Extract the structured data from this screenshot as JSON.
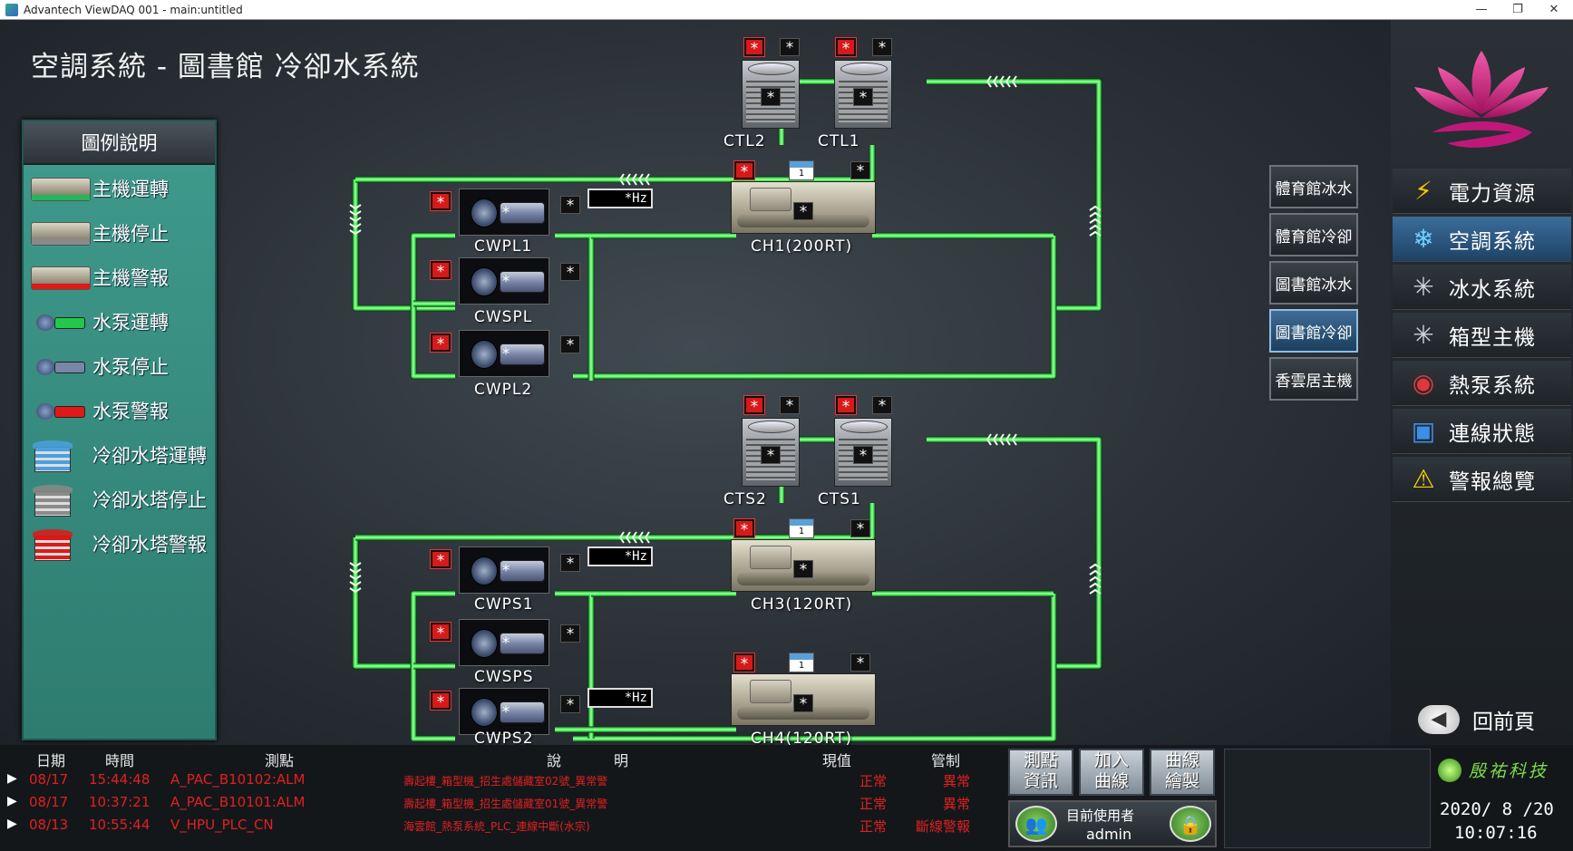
{
  "window": {
    "title": "Advantech ViewDAQ 001 - main:untitled",
    "min": "—",
    "restore": "❐",
    "close": "✕"
  },
  "page_title": "空調系統 - 圖書館 冷卻水系統",
  "legend": {
    "title": "圖例說明",
    "items": [
      {
        "label": "主機運轉",
        "icon": "chiller-running-icon",
        "color": "#23b65a"
      },
      {
        "label": "主機停止",
        "icon": "chiller-stopped-icon",
        "color": "#8a8a8a"
      },
      {
        "label": "主機警報",
        "icon": "chiller-alarm-icon",
        "color": "#e01818"
      },
      {
        "label": "水泵運轉",
        "icon": "pump-running-icon",
        "color": "#23c84a"
      },
      {
        "label": "水泵停止",
        "icon": "pump-stopped-icon",
        "color": "#7a86a8"
      },
      {
        "label": "水泵警報",
        "icon": "pump-alarm-icon",
        "color": "#e01818"
      },
      {
        "label": "冷卻水塔運轉",
        "icon": "tower-running-icon",
        "color": "#4aa0e0"
      },
      {
        "label": "冷卻水塔停止",
        "icon": "tower-stopped-icon",
        "color": "#8a8a8a"
      },
      {
        "label": "冷卻水塔警報",
        "icon": "tower-alarm-icon",
        "color": "#e01818"
      }
    ]
  },
  "symbols": {
    "star": "*",
    "hz": "*Hz",
    "cal": "1"
  },
  "equipment": {
    "ctl2": "CTL2",
    "ctl1": "CTL1",
    "ch1": "CH1(200RT)",
    "cwpl1": "CWPL1",
    "cwspl": "CWSPL",
    "cwpl2": "CWPL2",
    "cts2": "CTS2",
    "cts1": "CTS1",
    "ch3": "CH3(120RT)",
    "ch4": "CH4(120RT)",
    "cwps1": "CWPS1",
    "cwsps": "CWSPS",
    "cwps2": "CWPS2"
  },
  "site_nav": [
    {
      "label": "體育館冰水",
      "active": false
    },
    {
      "label": "體育館冷卻",
      "active": false
    },
    {
      "label": "圖書館冰水",
      "active": false
    },
    {
      "label": "圖書館冷卻",
      "active": true
    },
    {
      "label": "香雲居主機",
      "active": false
    }
  ],
  "main_nav": [
    {
      "label": "電力資源",
      "icon": "lightning-icon",
      "glyph": "⚡",
      "color": "#f5c400",
      "active": false
    },
    {
      "label": "空調系統",
      "icon": "snowflake-icon",
      "glyph": "❄",
      "color": "#6fd0ff",
      "active": true
    },
    {
      "label": "冰水系統",
      "icon": "snowflake-small-icon",
      "glyph": "✳",
      "color": "#cfd6dc",
      "active": false
    },
    {
      "label": "箱型主機",
      "icon": "snowflake-small-icon",
      "glyph": "✳",
      "color": "#cfd6dc",
      "active": false
    },
    {
      "label": "熱泵系統",
      "icon": "heatpump-icon",
      "glyph": "◉",
      "color": "#e03838",
      "active": false
    },
    {
      "label": "連線狀態",
      "icon": "network-icon",
      "glyph": "▣",
      "color": "#3c8ee8",
      "active": false
    },
    {
      "label": "警報總覽",
      "icon": "warning-icon",
      "glyph": "⚠",
      "color": "#f5d000",
      "active": false
    }
  ],
  "back": {
    "label": "回前頁",
    "glyph": "◀"
  },
  "alarm_table": {
    "headers": {
      "date": "日期",
      "time": "時間",
      "point": "測點",
      "desc1": "說",
      "desc2": "明",
      "value": "現值",
      "control": "管制"
    },
    "rows": [
      {
        "date": "08/17",
        "time": "15:44:48",
        "point": "A_PAC_B10102:ALM",
        "desc": "壽起樓_箱型機_招生處儲藏室02號_異常警",
        "value": "正常",
        "control": "異常"
      },
      {
        "date": "08/17",
        "time": "10:37:21",
        "point": "A_PAC_B10101:ALM",
        "desc": "壽起樓_箱型機_招生處儲藏室01號_異常警",
        "value": "正常",
        "control": "異常"
      },
      {
        "date": "08/13",
        "time": "10:55:44",
        "point": "V_HPU_PLC_CN",
        "desc": "海雲館_熱泵系統_PLC_連線中斷(水宗)",
        "value": "正常",
        "control": "斷線警報"
      }
    ]
  },
  "controls": {
    "point_info": [
      "測點",
      "資訊"
    ],
    "add_curve": [
      "加入",
      "曲線"
    ],
    "draw_curve": [
      "曲線",
      "繪製"
    ],
    "current_user_label": "目前使用者",
    "current_user": "admin"
  },
  "clock": {
    "brand": "殷祐科技",
    "date": "2020/ 8 /20",
    "time": "10:07:16"
  },
  "colors": {
    "pipe": "#3fe04f",
    "alarm_red": "#e02020",
    "accent_blue": "#3b6d9a"
  }
}
